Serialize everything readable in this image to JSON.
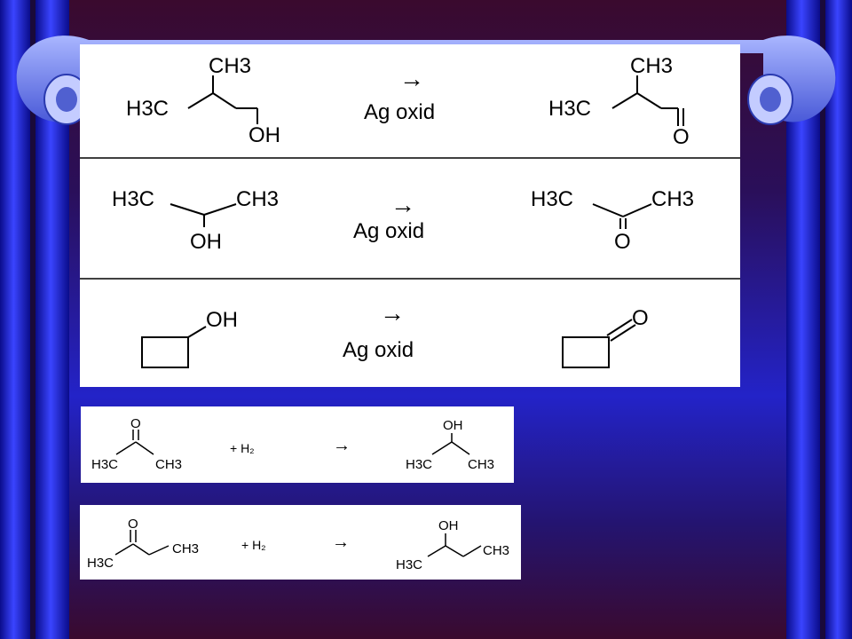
{
  "colors": {
    "background_top": "#3a0a2e",
    "background_mid": "#2323c8",
    "curtain_blue": "#1e22e0",
    "ribbon": "#7b8df0",
    "panel": "#ffffff"
  },
  "decorations": {
    "left_curtain": "curtain-pillar",
    "right_curtain": "curtain-pillar",
    "top_ribbon": "scroll-ribbon"
  },
  "table": {
    "rows": [
      {
        "arrow": "→",
        "reagent": "Ag oxid",
        "reactant": {
          "top": "CH3",
          "left": "H3C",
          "bottom": "OH"
        },
        "product": {
          "top": "CH3",
          "left": "H3C",
          "bottom": "O"
        }
      },
      {
        "arrow": "→",
        "reagent": "Ag oxid",
        "reactant": {
          "left": "H3C",
          "right": "CH3",
          "bottom": "OH"
        },
        "product": {
          "left": "H3C",
          "right": "CH3",
          "bottom": "O"
        }
      },
      {
        "arrow": "→",
        "reagent": "Ag oxid",
        "reactant": {
          "substituent": "OH"
        },
        "product": {
          "substituent": "O"
        }
      }
    ]
  },
  "reductions": [
    {
      "reagent": "+ H₂",
      "arrow": "→",
      "reactant": {
        "top": "O",
        "left": "H3C",
        "right": "CH3"
      },
      "product": {
        "top": "OH",
        "left": "H3C",
        "right": "CH3"
      }
    },
    {
      "reagent": "+ H₂",
      "arrow": "→",
      "reactant": {
        "top": "O",
        "left": "H3C",
        "right": "CH3"
      },
      "product": {
        "top": "OH",
        "left": "H3C",
        "right": "CH3"
      }
    }
  ]
}
